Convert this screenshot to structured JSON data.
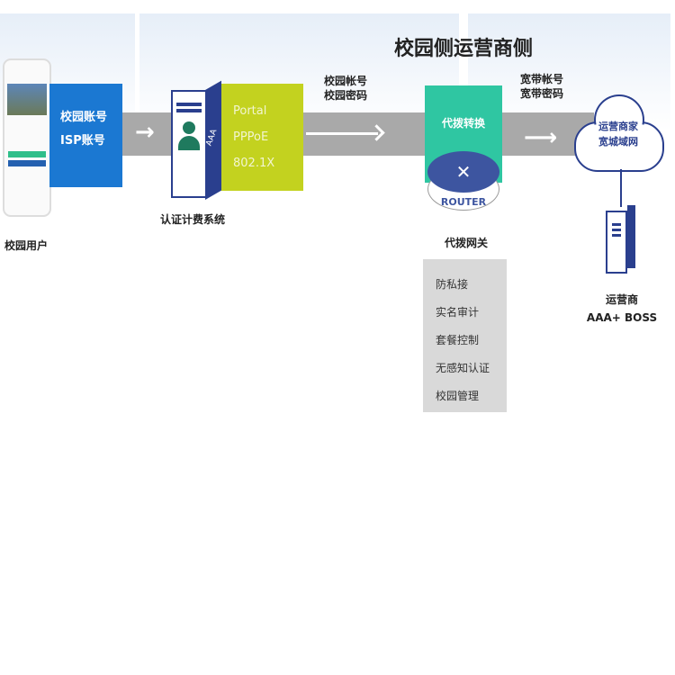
{
  "title": "校园侧运营商侧",
  "campus_user": {
    "label": "校园用户",
    "accounts": [
      "校园账号",
      "ISP账号"
    ]
  },
  "auth_system": {
    "label": "认证计费系统",
    "server_tag": "AAA",
    "protocols": [
      "Portal",
      "PPPoE",
      "802.1X"
    ]
  },
  "campus_credentials": [
    "校园帐号",
    "校园密码"
  ],
  "gateway": {
    "conversion_label": "代拨转换",
    "router_label": "ROUTER",
    "label": "代拨网关",
    "features": [
      "防私接",
      "实名审计",
      "套餐控制",
      "无感知认证",
      "校园管理"
    ]
  },
  "broadband_credentials": [
    "宽带帐号",
    "宽带密码"
  ],
  "cloud": {
    "lines": [
      "运营商家",
      "宽城域网"
    ]
  },
  "operator": {
    "lines": [
      "运营商",
      "AAA+ BOSS"
    ]
  },
  "colors": {
    "blue": "#1b78d2",
    "green": "#c3d21f",
    "teal": "#2fc6a2",
    "navy": "#2a3f8e",
    "band": "#a9a9a9"
  }
}
